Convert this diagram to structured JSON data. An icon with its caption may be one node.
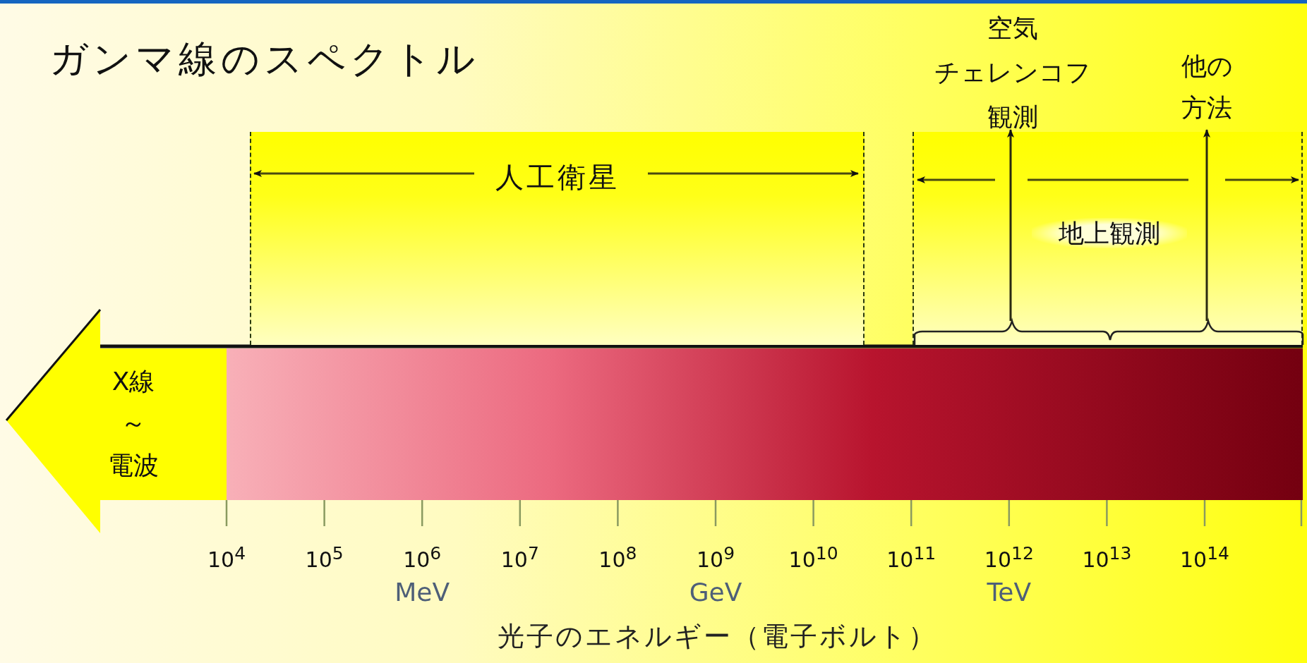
{
  "diagram": {
    "title": "ガンマ線のスペクトル",
    "nodes": [
      {
        "text": [
          "空気チェレンコフ観測"
        ]
      },
      {
        "text": [
          "他の方法"
        ]
      },
      {
        "text": [
          "人工衛星"
        ]
      },
      {
        "text": [
          "地上観測"
        ]
      },
      {
        "text": [],
        "shape": "brace",
        "in": 3
      },
      {
        "text": [
          "X線～電波"
        ]
      },
      {
        "text": [],
        "shape": "bar"
      }
    ],
    "edges": [
      {
        "from": 4,
        "to": 0,
        "arrow": "to"
      },
      {
        "from": 4,
        "to": 1,
        "arrow": "to"
      }
    ],
    "labels": [
      "10$^{4}$",
      "10$^{5}$",
      "10$^{6}$",
      "10$^{7}$",
      "10$^{8}$",
      "10$^{9}$",
      "10$^{10}$",
      "10$^{11}$",
      "10$^{12}$",
      "10$^{13}$",
      "10$^{14}$",
      "MeV",
      "GeV",
      "TeV",
      "光子のエネルギー（電子ボルト）"
    ]
  }
}
